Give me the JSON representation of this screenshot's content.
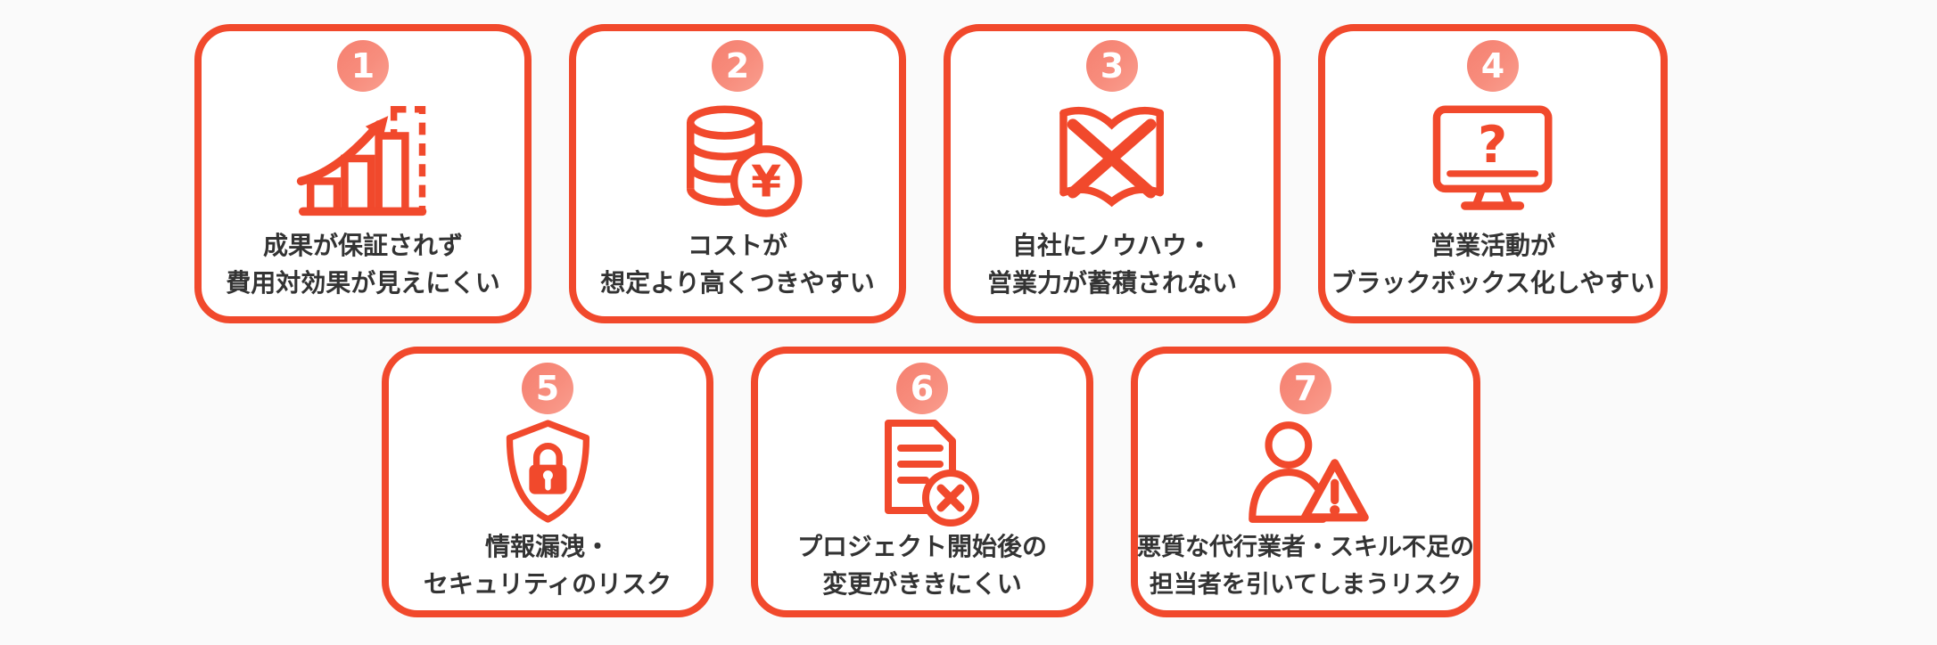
{
  "colors": {
    "accent_red": "#F1492C",
    "badge_salmon": "#F78D7D",
    "text_dark": "#333333",
    "page_bg": "#FAFAFA",
    "card_bg": "#FFFFFF"
  },
  "glyphs": {
    "yen": "¥",
    "question": "?"
  },
  "cards": [
    {
      "number": "1",
      "icon": "bar-chart-growth-icon",
      "lines": [
        "成果が保証されず",
        "費用対効果が見えにくい"
      ]
    },
    {
      "number": "2",
      "icon": "coins-yen-icon",
      "lines": [
        "コストが",
        "想定より高くつきやすい"
      ]
    },
    {
      "number": "3",
      "icon": "book-x-icon",
      "lines": [
        "自社にノウハウ・",
        "営業力が蓄積されない"
      ]
    },
    {
      "number": "4",
      "icon": "monitor-question-icon",
      "lines": [
        "営業活動が",
        "ブラックボックス化しやすい"
      ]
    },
    {
      "number": "5",
      "icon": "shield-lock-icon",
      "lines": [
        "情報漏洩・",
        "セキュリティのリスク"
      ]
    },
    {
      "number": "6",
      "icon": "document-x-icon",
      "lines": [
        "プロジェクト開始後の",
        "変更がききにくい"
      ]
    },
    {
      "number": "7",
      "icon": "person-warning-icon",
      "lines": [
        "悪質な代行業者・スキル不足の",
        "担当者を引いてしまうリスク"
      ]
    }
  ]
}
